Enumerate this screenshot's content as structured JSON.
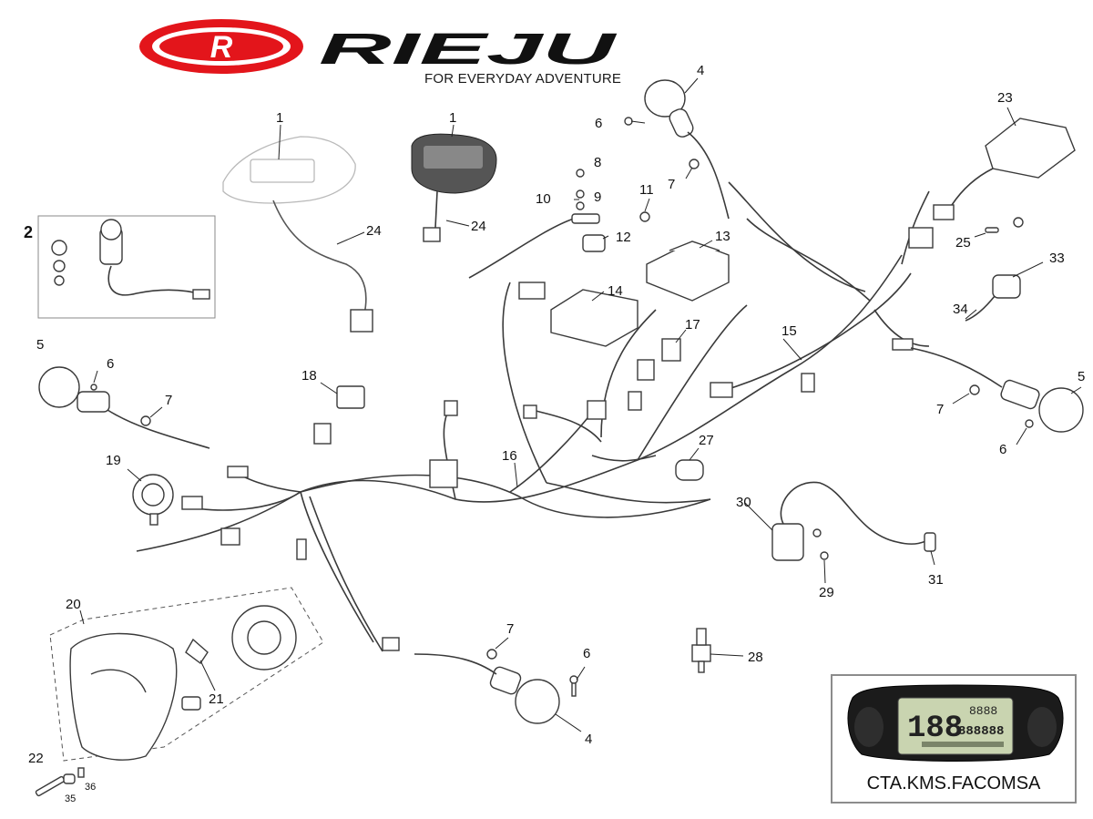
{
  "brand": {
    "logo_letter": "R",
    "name": "RIEJU",
    "tagline": "FOR EVERYDAY ADVENTURE",
    "logo_color": "#e3151b",
    "text_color": "#111111"
  },
  "inset": {
    "caption": "CTA.KMS.FACOMSA",
    "display_speed": "188",
    "display_small": "8888",
    "display_odo": "888888"
  },
  "callouts": {
    "c1a": "1",
    "c1b": "1",
    "c2": "2",
    "c4a": "4",
    "c4b": "4",
    "c5a": "5",
    "c5b": "5",
    "c6a": "6",
    "c6b": "6",
    "c6c": "6",
    "c6d": "6",
    "c7a": "7",
    "c7b": "7",
    "c7c": "7",
    "c7d": "7",
    "c8": "8",
    "c9": "9",
    "c10": "10",
    "c11": "11",
    "c12": "12",
    "c13": "13",
    "c14": "14",
    "c15": "15",
    "c16": "16",
    "c17": "17",
    "c18": "18",
    "c19": "19",
    "c20": "20",
    "c21": "21",
    "c22": "22",
    "c23": "23",
    "c24a": "24",
    "c24b": "24",
    "c25": "25",
    "c27": "27",
    "c28": "28",
    "c29": "29",
    "c30": "30",
    "c31": "31",
    "c33": "33",
    "c34": "34",
    "c35": "35",
    "c36": "36"
  }
}
